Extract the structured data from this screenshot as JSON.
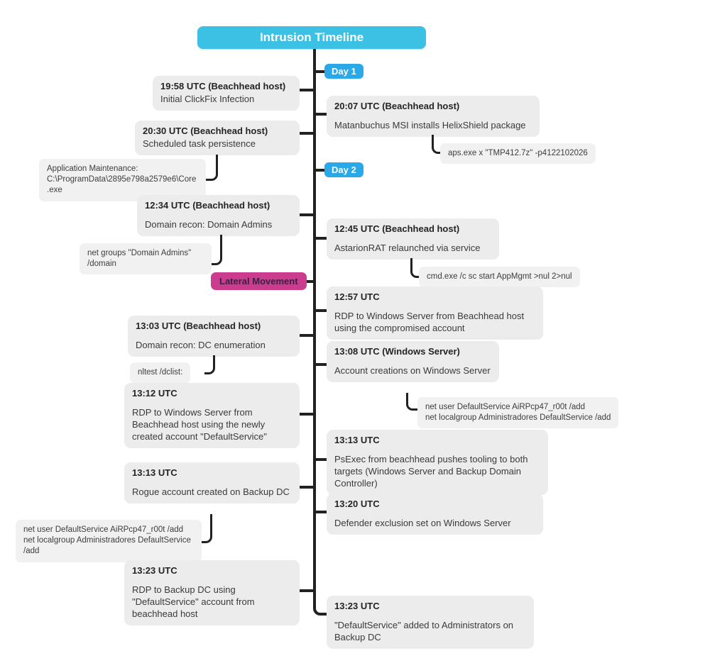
{
  "title": "Intrusion Timeline",
  "markers": {
    "day1": "Day 1",
    "day2": "Day 2",
    "lateral": "Lateral Movement"
  },
  "colors": {
    "title_bg": "#3cc0e4",
    "day_badge_bg": "#29a9e8",
    "lateral_badge_bg": "#cb3c8e",
    "event_box_bg": "#ececec",
    "note_box_bg": "#f1f1f1",
    "connector_line": "#212121"
  },
  "events": [
    {
      "time": "19:58 UTC (Beachhead host)",
      "desc": "Initial ClickFix Infection"
    },
    {
      "time": "20:07 UTC (Beachhead host)",
      "desc": "Matanbuchus MSI installs HelixShield package",
      "note": "aps.exe x \"TMP412.7z\" -p4122102026"
    },
    {
      "time": "20:30 UTC (Beachhead host)",
      "desc": "Scheduled task persistence",
      "note": "Application Maintenance:\nC:\\ProgramData\\2895e798a2579e6\\Core.exe"
    },
    {
      "time": "12:34 UTC (Beachhead host)",
      "desc": "Domain recon: Domain Admins",
      "note": "net groups \"Domain Admins\" /domain"
    },
    {
      "time": "12:45 UTC (Beachhead host)",
      "desc": "AstarionRAT relaunched via service",
      "note": "cmd.exe /c sc start AppMgmt >nul 2>nul"
    },
    {
      "time": "12:57 UTC",
      "desc": "RDP to Windows Server from Beachhead host using the compromised account"
    },
    {
      "time": "13:03 UTC (Beachhead host)",
      "desc": "Domain recon: DC enumeration",
      "note": "nltest /dclist:"
    },
    {
      "time": "13:08 UTC (Windows Server)",
      "desc": "Account creations on Windows Server",
      "note": "net user DefaultService AiRPcp47_r00t /add\nnet localgroup Administradores DefaultService /add"
    },
    {
      "time": "13:12 UTC",
      "desc": "RDP to Windows Server from Beachhead host using the newly created account \"DefaultService\""
    },
    {
      "time": "13:13 UTC",
      "desc": "PsExec from beachhead pushes tooling to both targets (Windows Server and Backup Domain Controller)"
    },
    {
      "time": "13:13 UTC",
      "desc": "Rogue account created on Backup DC",
      "note": "net user DefaultService AiRPcp47_r00t /add\nnet localgroup Administradores DefaultService /add"
    },
    {
      "time": "13:20 UTC",
      "desc": "Defender exclusion set on Windows Server"
    },
    {
      "time": "13:23 UTC",
      "desc": "RDP to Backup DC using \"DefaultService\" account from beachhead host"
    },
    {
      "time": "13:23 UTC",
      "desc": "\"DefaultService\" added to Administrators on Backup DC"
    }
  ]
}
